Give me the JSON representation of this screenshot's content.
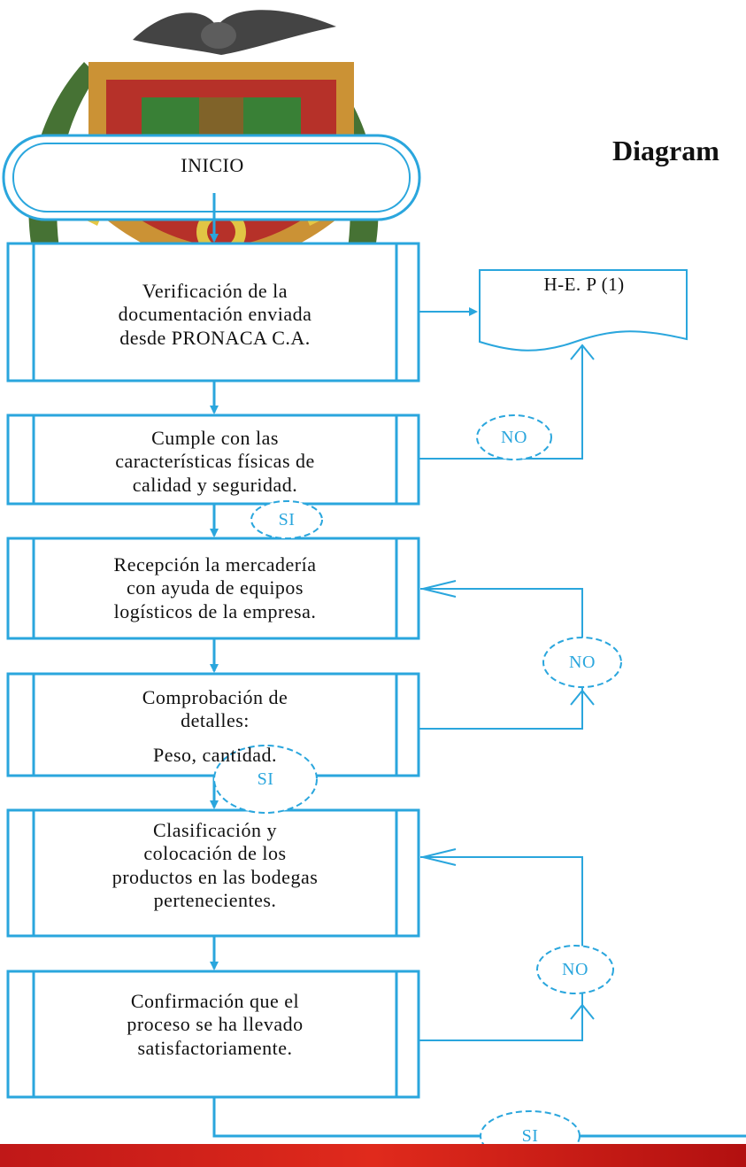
{
  "title": "Diagram",
  "start": "INICIO",
  "steps": [
    {
      "line1": "Verificación de la",
      "line2": "documentación enviada",
      "line3": "desde PRONACA C.A."
    },
    {
      "line1": "Cumple con las",
      "line2": "características físicas de",
      "line3": "calidad y seguridad."
    },
    {
      "line1": "Recepción la mercadería",
      "line2": "con ayuda de equipos",
      "line3": "logísticos de la empresa."
    },
    {
      "line1": "Comprobación de",
      "line2": "detalles:",
      "line3": "Peso, cantidad."
    },
    {
      "line1": "Clasificación y",
      "line2": "colocación de los",
      "line3": "productos en las bodegas",
      "line4": "pertenecientes."
    },
    {
      "line1": "Confirmación que el",
      "line2": "proceso se ha llevado",
      "line3": "satisfactoriamente."
    }
  ],
  "document": "H-E. P (1)",
  "labels": {
    "no1": "NO",
    "si1": "SI",
    "no2": "NO",
    "si2": "SI",
    "no3": "NO",
    "si3": "SI"
  },
  "colors": {
    "line": "#2aa6dd",
    "text": "#111111",
    "footer": "#d42018"
  }
}
